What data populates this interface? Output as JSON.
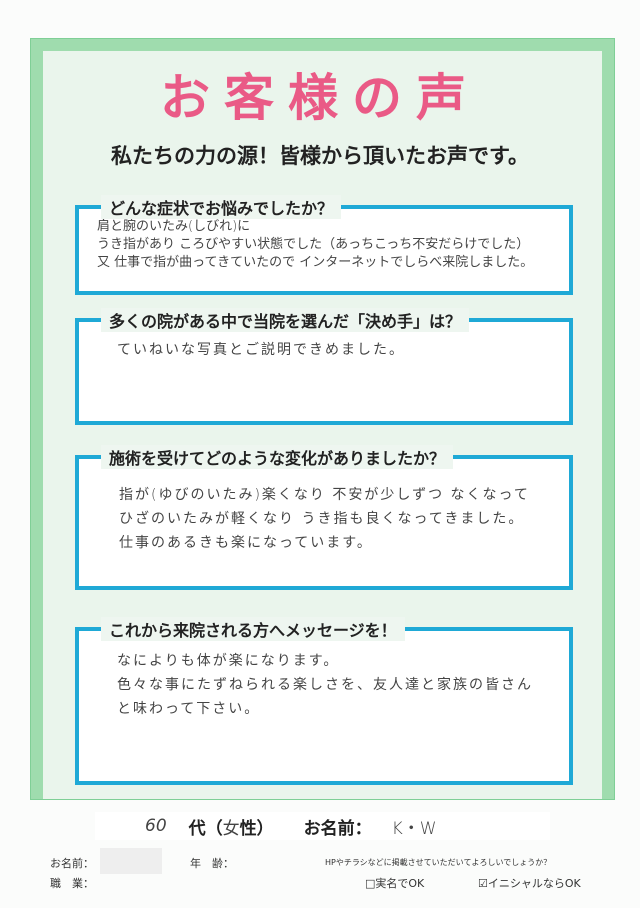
{
  "title": "お客様の声",
  "subtitle": "私たちの力の源！皆様から頂いたお声です。",
  "questions": [
    {
      "q": "どんな症状でお悩みでしたか？",
      "a": [
        "肩と腕のいたみ(しびれ)に",
        "うき指があり ころびやすい状態でした（あっちこっち不安だらけでした）",
        "又 仕事で指が曲ってきていたので インターネットでしらべ来院しました。"
      ]
    },
    {
      "q": "多くの院がある中で当院を選んだ「決め手」は？",
      "a": [
        "ていねいな写真とご説明できめました。"
      ]
    },
    {
      "q": "施術を受けてどのような変化がありましたか？",
      "a": [
        "指が(ゆびのいたみ)楽くなり 不安が少しずつ なくなって",
        "ひざのいたみが軽くなり うき指も良くなってきました。",
        "仕事のあるきも楽になっています。"
      ]
    },
    {
      "q": "これから来院される方へメッセージを！",
      "a": [
        "なによりも体が楽になります。",
        "色々な事にたずねられる楽しさを、友人達と家族の皆さん",
        "と味わって下さい。"
      ]
    }
  ],
  "profile": {
    "age": "60",
    "age_label": "代（",
    "gender": "女",
    "gender_label": "性）",
    "name_label": "お名前：",
    "name": "K・W"
  },
  "footer": {
    "name_label": "お名前：",
    "age_label": "年　齢：",
    "job_label": "職　業：",
    "question": "HPやチラシなどに掲載させていただいてよろしいでしょうか？",
    "opt1": "□実名でOK",
    "opt2": "☑イニシャルならOK"
  }
}
